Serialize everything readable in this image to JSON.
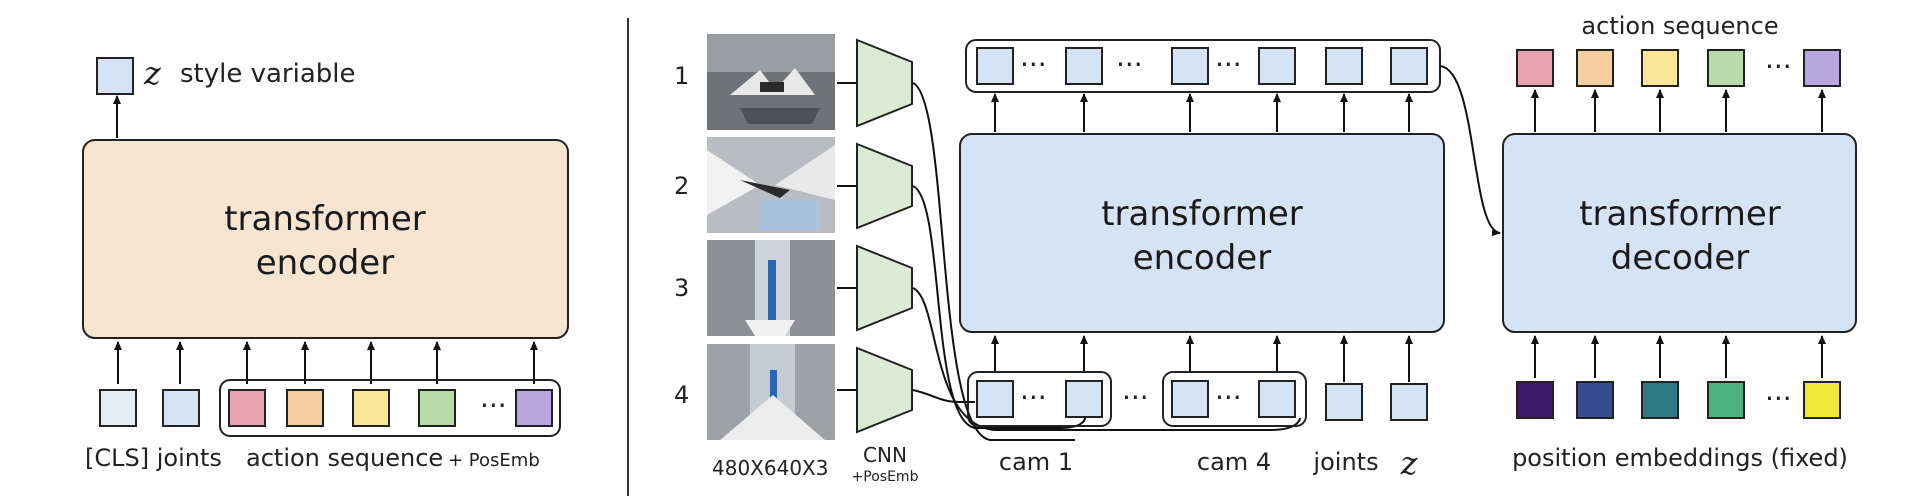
{
  "left_panel": {
    "style_z": "z",
    "style_label": "style variable",
    "encoder_line1": "transformer",
    "encoder_line2": "encoder",
    "cls_joints_label": "[CLS] joints",
    "action_seq_label": "action sequence",
    "posemb_label": "+ PosEmb",
    "dots": "···",
    "token_colors": [
      "#e6ecef",
      "#d6e3f5",
      "#e7a4ae",
      "#f6cfa1",
      "#fbe79a",
      "#b9dba9",
      "#b6a6dd"
    ]
  },
  "right_panel": {
    "camera_numbers": [
      "1",
      "2",
      "3",
      "4"
    ],
    "image_size_label": "480X640X3",
    "cnn_label": "CNN",
    "cnn_posemb_label": "+PosEmb",
    "encoder_line1": "transformer",
    "encoder_line2": "encoder",
    "decoder_line1": "transformer",
    "decoder_line2": "decoder",
    "cam1_label": "cam 1",
    "cam4_label": "cam 4",
    "joints_label": "joints",
    "z_label": "z",
    "action_seq_label": "action sequence",
    "pos_emb_label": "position embeddings (fixed)",
    "dots": "···",
    "encoder_fill": "#d6e3f5",
    "output_colors": [
      "#e7a4ae",
      "#f6cfa1",
      "#fbe79a",
      "#b9dba9",
      "#b6a6dd"
    ],
    "pos_colors": [
      "#3e1b68",
      "#354b8f",
      "#2d7a86",
      "#4db27b",
      "#f2e83a"
    ]
  }
}
